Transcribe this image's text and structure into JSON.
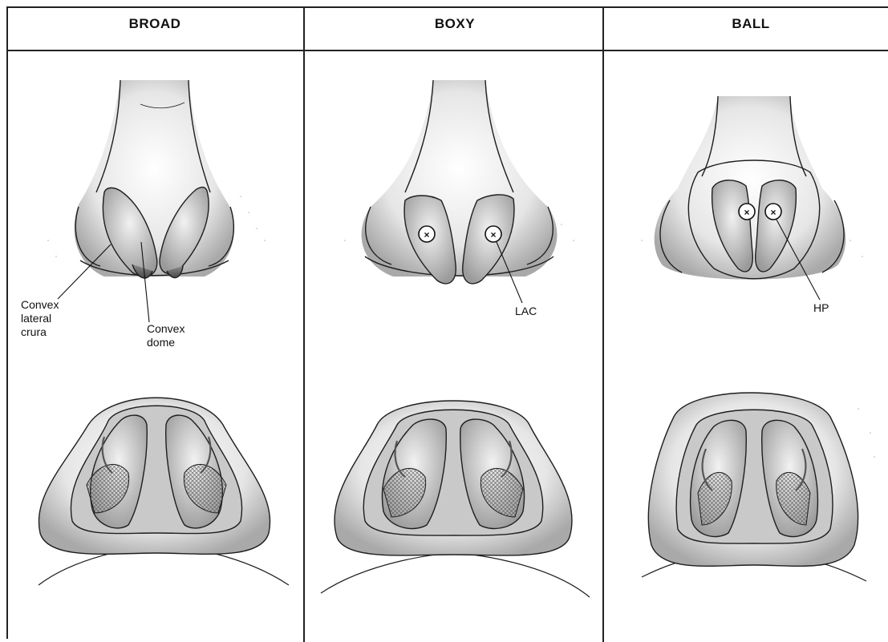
{
  "columns": [
    {
      "title": "BROAD"
    },
    {
      "title": "BOXY"
    },
    {
      "title": "BALL"
    }
  ],
  "labels": {
    "convex_lateral_crura": "Convex\nlateral\ncrura",
    "convex_dome": "Convex\ndome",
    "lac": "LAC",
    "hp": "HP"
  },
  "colors": {
    "line": "#1e1e1e",
    "shade_light": "#dcdcdc",
    "shade_mid": "#a9a9a9",
    "shade_dark": "#6f6f6f"
  }
}
